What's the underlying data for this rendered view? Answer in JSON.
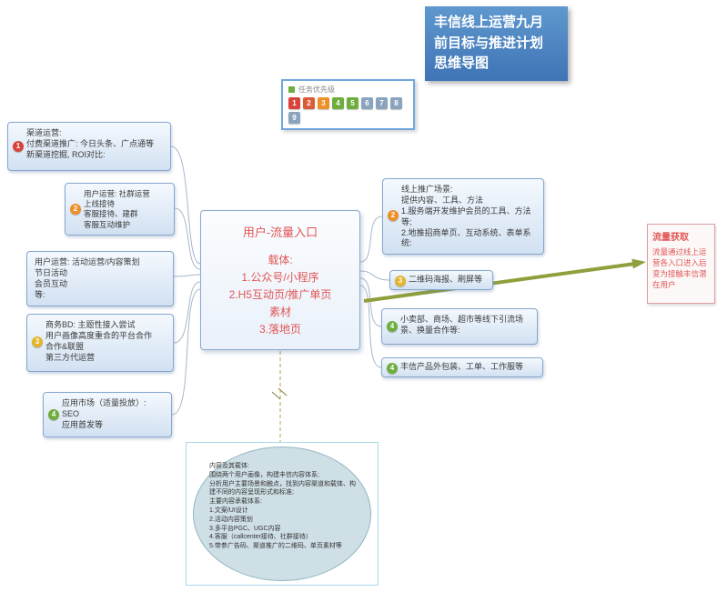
{
  "title_box": {
    "text": "丰信线上运营九月\n前目标与推进计划\n思维导图",
    "bg": "#4a82c2",
    "fg": "#ffffff"
  },
  "legend": {
    "label": "任务优先级",
    "items": [
      {
        "n": "1",
        "color": "#d9443a"
      },
      {
        "n": "2",
        "color": "#dd5a38"
      },
      {
        "n": "3",
        "color": "#ef8f2a"
      },
      {
        "n": "4",
        "color": "#6fae3d"
      },
      {
        "n": "5",
        "color": "#6fae3d"
      },
      {
        "n": "6",
        "color": "#8aa4be"
      },
      {
        "n": "7",
        "color": "#8aa4be"
      },
      {
        "n": "8",
        "color": "#8aa4be"
      },
      {
        "n": "9",
        "color": "#8aa4be"
      }
    ]
  },
  "center": {
    "title": "用户-流量入口",
    "body": "载体:\n1.公众号/小程序\n2.H5互动页/推广单页\n素材\n3.落地页",
    "text_color": "#e05656"
  },
  "left_nodes": [
    {
      "marker": {
        "n": "1",
        "color": "#d9443a"
      },
      "text": "渠道运营:\n付费渠道推广: 今日头条、广点通等\n新渠道挖掘, ROI对比:"
    },
    {
      "marker": {
        "n": "2",
        "color": "#ef8f2a"
      },
      "text": "用户运营: 社群运营\n上线接待\n客服接待、建群\n客服互动维护"
    },
    {
      "marker": null,
      "text": "用户运营: 活动运营/内容策划\n节日活动\n会员互动\n等:"
    },
    {
      "marker": {
        "n": "3",
        "color": "#e3b52c"
      },
      "text": "商务BD: 主题性接入尝试\n用户画像高度重合的平台合作\n合作&联盟\n第三方代运营"
    },
    {
      "marker": {
        "n": "4",
        "color": "#6fae3d"
      },
      "text": "应用市场（适量投放）:\nSEO\n应用首发等"
    }
  ],
  "right_nodes": [
    {
      "marker": {
        "n": "2",
        "color": "#ef8f2a"
      },
      "text": "线上推广场景:\n提供内容、工具、方法\n1.服务端开发维护会员的工具、方法等;\n2.地推招商单页、互动系统、表单系统:"
    },
    {
      "marker": {
        "n": "3",
        "color": "#e3b52c"
      },
      "text": "二维码海报、刷屏等"
    },
    {
      "marker": {
        "n": "4",
        "color": "#6fae3d"
      },
      "text": "小卖部、商场、超市等线下引流场景、换量合作等:"
    },
    {
      "marker": {
        "n": "4",
        "color": "#6fae3d"
      },
      "text": "丰信产品外包装、工单、工作服等"
    }
  ],
  "flow_box": {
    "title": "流量获取",
    "body": "流量通过线上运营各入口进入后变为接触丰信潜在用户",
    "text_color": "#e05656"
  },
  "ellipse": {
    "text": "内容及其载体:\n围绕两个用户画像，构建丰信内容体系;\n分析用户主要场景和触点，找到内容渠道和载体、构建不同的内容呈现形式和标准;\n主要内容承载体系:\n1.文案/UI设计\n2.活动内容策划\n3.多平台PGC、UGC内容\n4.客服（callcenter接待、社群接待）\n5.带参广告码、渠道推广的二维码、单页素材等"
  },
  "colors": {
    "node_border": "#86a7cf",
    "node_bg": "#d2e1f2",
    "arrow_green": "#8f9f3c",
    "dashed_line": "#b8a23c",
    "title_bg": "#4a82c2",
    "center_text": "#e05656"
  }
}
